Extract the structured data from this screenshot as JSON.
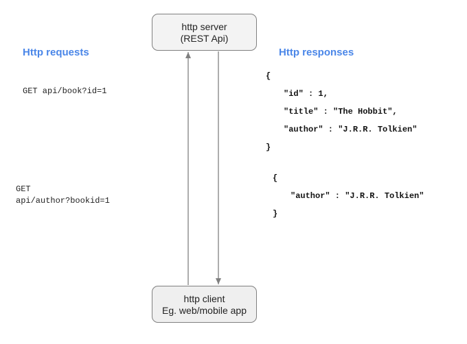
{
  "colors": {
    "heading": "#4a86e8",
    "arrow": "#7f7f7f",
    "server_fill": "#f3f3f3",
    "client_fill": "#efefef",
    "box_border": "#7f7f7f"
  },
  "server": {
    "line1": "http server",
    "line2": "(REST Api)"
  },
  "client": {
    "line1": "http client",
    "line2": "Eg. web/mobile app"
  },
  "requests": {
    "heading": "Http requests",
    "items": [
      {
        "lines": [
          "GET api/book?id=1"
        ]
      },
      {
        "lines": [
          "GET",
          "api/author?bookid=1"
        ]
      }
    ]
  },
  "responses": {
    "heading": "Http responses",
    "items": [
      {
        "lines": [
          "{",
          "\"id\" : 1,",
          "\"title\" : \"The Hobbit\",",
          "\"author\" : \"J.R.R. Tolkien\"",
          "}"
        ]
      },
      {
        "lines": [
          "{",
          "\"author\" : \"J.R.R. Tolkien\"",
          "}"
        ]
      }
    ]
  }
}
